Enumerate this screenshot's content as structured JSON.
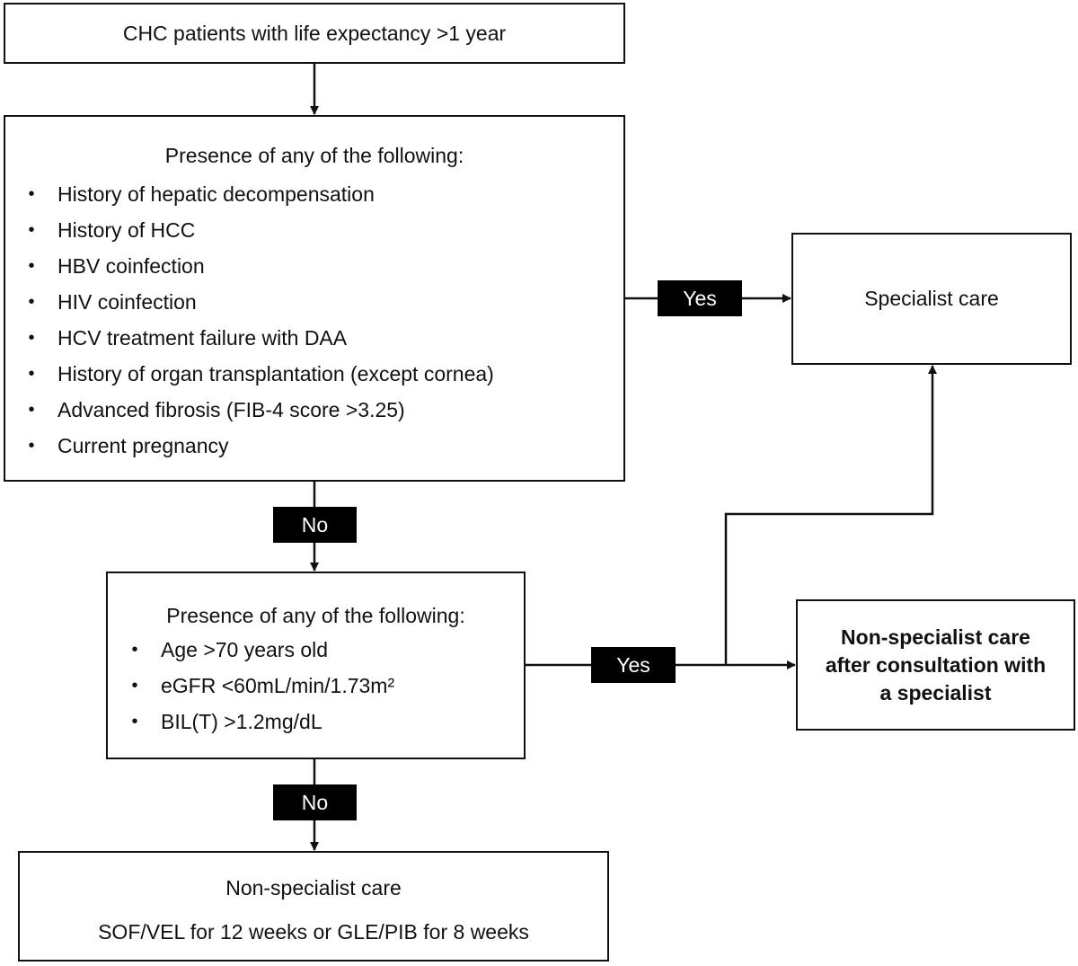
{
  "start_box": {
    "text": "CHC patients with life expectancy >1 year"
  },
  "criteria_box_1": {
    "heading": "Presence of any of the following:",
    "items": [
      "History of hepatic decompensation",
      "History of HCC",
      "HBV coinfection",
      "HIV coinfection",
      "HCV treatment failure with DAA",
      "History of organ transplantation (except cornea)",
      "Advanced fibrosis (FIB-4 score >3.25)",
      "Current pregnancy"
    ]
  },
  "criteria_box_2": {
    "heading": "Presence of any of the following:",
    "items": [
      "Age >70 years old",
      "eGFR <60mL/min/1.73m²",
      "BIL(T) >1.2mg/dL"
    ]
  },
  "specialist_box": {
    "text": "Specialist care"
  },
  "consult_box": {
    "line1": "Non-specialist care",
    "line2": "after consultation with",
    "line3": "a specialist"
  },
  "final_box": {
    "title": "Non-specialist care",
    "regimen": "SOF/VEL for 12 weeks or GLE/PIB for 8 weeks"
  },
  "labels": {
    "yes_1": "Yes",
    "no_1": "No",
    "yes_2": "Yes",
    "no_2": "No",
    "bullet": "•"
  },
  "colors": {
    "line": "#111111",
    "tag_background": "#000000",
    "tag_text": "#ffffff"
  }
}
